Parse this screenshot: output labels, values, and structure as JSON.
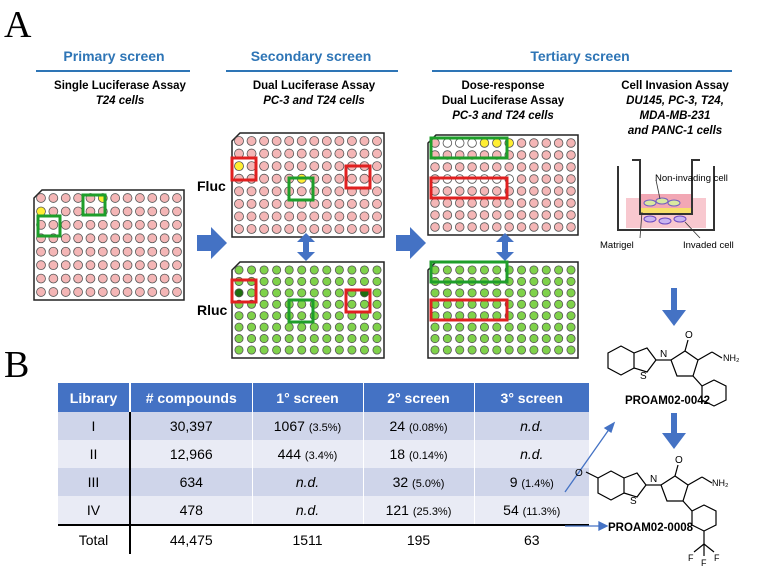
{
  "panels": {
    "a": "A",
    "b": "B"
  },
  "headers": {
    "primary": "Primary screen",
    "secondary": "Secondary screen",
    "tertiary": "Tertiary screen"
  },
  "subtitles": {
    "primary": {
      "line1": "Single Luciferase Assay",
      "line2": "T24 cells"
    },
    "secondary": {
      "line1": "Dual Luciferase Assay",
      "line2": "PC-3 and T24 cells"
    },
    "dose": {
      "line1": "Dose-response",
      "line2": "Dual Luciferase Assay",
      "line3": "PC-3 and T24 cells"
    },
    "invasion": {
      "line1": "Cell Invasion Assay",
      "line2": "DU145, PC-3, T24,",
      "line3": "MDA-MB-231",
      "line4": "and PANC-1 cells"
    }
  },
  "plate_labels": {
    "fluc": "Fluc",
    "rluc": "Rluc"
  },
  "invasion_labels": {
    "non_invading": "Non-invading cell",
    "matrigel": "Matrigel",
    "invaded": "Invaded cell"
  },
  "compounds": {
    "c1": "PROAM02-0042",
    "c2": "PROAM02-0008"
  },
  "chem_text": {
    "nh2": "NH₂",
    "o": "O",
    "n": "N",
    "s": "S",
    "ome": "O",
    "cf3_f": "F"
  },
  "colors": {
    "accent": "#2e75b6",
    "header_fill": "#4472c4",
    "row_dark": "#cfd5ea",
    "row_light": "#e9ebf5",
    "well_pink": "#f4b6b6",
    "well_green": "#7fd24a",
    "well_yellow": "#ffee33",
    "box_red": "#e02020",
    "box_green": "#1e9e2a"
  },
  "table": {
    "columns": [
      "Library",
      "# compounds",
      "1° screen",
      "2° screen",
      "3° screen"
    ],
    "rows": [
      {
        "library": "I",
        "compounds": "30,397",
        "s1": "1067",
        "s1p": "(3.5%)",
        "s2": "24",
        "s2p": "(0.08%)",
        "s3": "n.d.",
        "s3p": ""
      },
      {
        "library": "II",
        "compounds": "12,966",
        "s1": "444",
        "s1p": "(3.4%)",
        "s2": "18",
        "s2p": "(0.14%)",
        "s3": "n.d.",
        "s3p": ""
      },
      {
        "library": "III",
        "compounds": "634",
        "s1": "n.d.",
        "s1p": "",
        "s2": "32",
        "s2p": "(5.0%)",
        "s3": "9",
        "s3p": "(1.4%)"
      },
      {
        "library": "IV",
        "compounds": "478",
        "s1": "n.d.",
        "s1p": "",
        "s2": "121",
        "s2p": "(25.3%)",
        "s3": "54",
        "s3p": "(11.3%)"
      }
    ],
    "total": {
      "library": "Total",
      "compounds": "44,475",
      "s1": "1511",
      "s2": "195",
      "s3": "63"
    }
  }
}
